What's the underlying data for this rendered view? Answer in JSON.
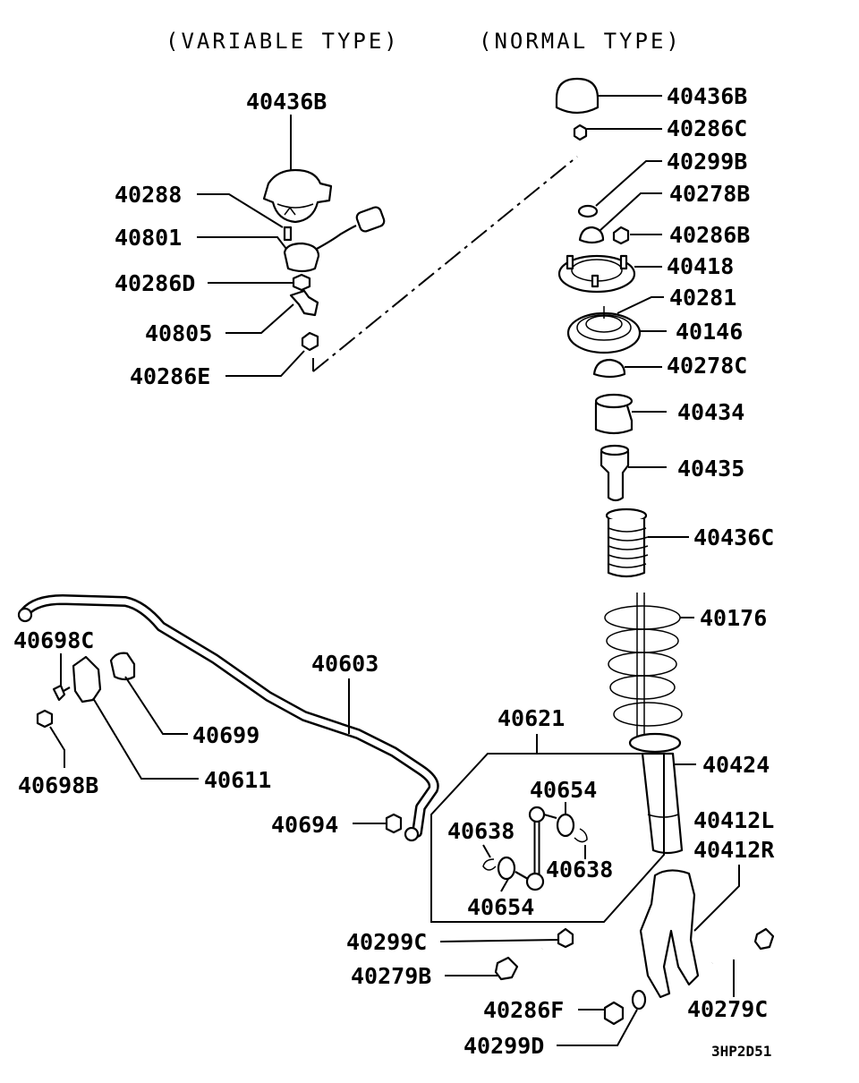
{
  "headers": {
    "variable_type": "(VARIABLE TYPE)",
    "normal_type": "(NORMAL TYPE)"
  },
  "labels": {
    "p40436B_var": "40436B",
    "p40288": "40288",
    "p40801": "40801",
    "p40286D": "40286D",
    "p40805": "40805",
    "p40286E": "40286E",
    "p40436B": "40436B",
    "p40286C": "40286C",
    "p40299B": "40299B",
    "p40278B": "40278B",
    "p40286B": "40286B",
    "p40418": "40418",
    "p40281": "40281",
    "p40146": "40146",
    "p40278C": "40278C",
    "p40434": "40434",
    "p40435": "40435",
    "p40436C": "40436C",
    "p40176": "40176",
    "p40424": "40424",
    "p40412L": "40412L",
    "p40412R": "40412R",
    "p40279C": "40279C",
    "p40698C": "40698C",
    "p40699": "40699",
    "p40603": "40603",
    "p40698B": "40698B",
    "p40611": "40611",
    "p40694": "40694",
    "p40621": "40621",
    "p40654_top": "40654",
    "p40638_left": "40638",
    "p40638_right": "40638",
    "p40654_bottom": "40654",
    "p40299C": "40299C",
    "p40279B": "40279B",
    "p40286F": "40286F",
    "p40299D": "40299D"
  },
  "diagram_code": "3HP2D51"
}
